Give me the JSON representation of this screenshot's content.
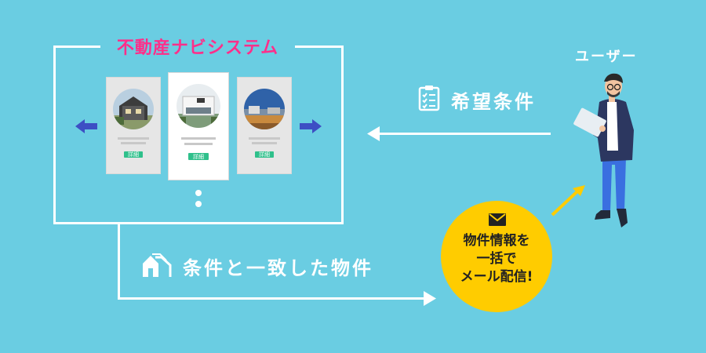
{
  "system": {
    "title": "不動産ナビシステム"
  },
  "cards": [
    {
      "button": "詳細"
    },
    {
      "button": "詳細"
    },
    {
      "button": "詳細"
    }
  ],
  "request": {
    "label": "希望条件"
  },
  "result": {
    "label": "条件と一致した物件"
  },
  "user": {
    "label": "ユーザー"
  },
  "bubble": {
    "lines": [
      "物件情報を",
      "一括で",
      "メール配信!"
    ]
  },
  "colors": {
    "background": "#6acde2",
    "title_pink": "#ff2f8a",
    "bubble_yellow": "#ffcc00",
    "detail_button_green": "#2fc08b",
    "side_arrow_blue": "#3d4fc4"
  }
}
